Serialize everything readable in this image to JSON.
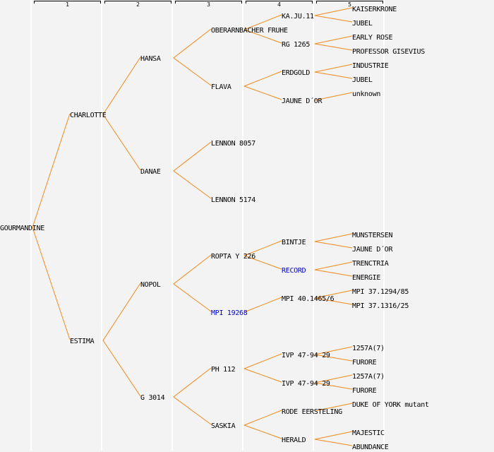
{
  "title": "Pedigree tree: GOURMANDINE",
  "colors": {
    "edge": "#f08a1c",
    "text": "#000000",
    "link": "#0000cc",
    "background": "#f3f3f3"
  },
  "generations": [
    "1",
    "2",
    "3",
    "4",
    "5"
  ],
  "tree": {
    "name": "GOURMANDINE",
    "children": [
      {
        "name": "CHARLOTTE",
        "children": [
          {
            "name": "HANSA",
            "children": [
              {
                "name": "OBERARNBACHER FRUHE",
                "children": [
                  {
                    "name": "KA.JU.11",
                    "children": [
                      {
                        "name": "KAISERKRONE"
                      },
                      {
                        "name": "JUBEL"
                      }
                    ]
                  },
                  {
                    "name": "RG 1265",
                    "children": [
                      {
                        "name": "EARLY ROSE"
                      },
                      {
                        "name": "PROFESSOR GISEVIUS"
                      }
                    ]
                  }
                ]
              },
              {
                "name": "FLAVA",
                "children": [
                  {
                    "name": "ERDGOLD",
                    "children": [
                      {
                        "name": "INDUSTRIE"
                      },
                      {
                        "name": "JUBEL"
                      }
                    ]
                  },
                  {
                    "name": "JAUNE D´OR",
                    "children": [
                      {
                        "name": "unknown"
                      }
                    ]
                  }
                ]
              }
            ]
          },
          {
            "name": "DANAE",
            "children": [
              {
                "name": "LENNON 8057"
              },
              {
                "name": "LENNON 5174"
              }
            ]
          }
        ]
      },
      {
        "name": "ESTIMA",
        "children": [
          {
            "name": "NOPOL",
            "children": [
              {
                "name": "ROPTA Y 226",
                "children": [
                  {
                    "name": "BINTJE",
                    "children": [
                      {
                        "name": "MUNSTERSEN"
                      },
                      {
                        "name": "JAUNE D´OR"
                      }
                    ]
                  },
                  {
                    "name": "RECORD",
                    "link": true,
                    "children": [
                      {
                        "name": "TRENCTRIA"
                      },
                      {
                        "name": "ENERGIE"
                      }
                    ]
                  }
                ]
              },
              {
                "name": "MPI 19268",
                "link": true,
                "children": [
                  {
                    "name": "MPI 40.1465/6",
                    "children": [
                      {
                        "name": "MPI 37.1294/85"
                      },
                      {
                        "name": "MPI 37.1316/25"
                      }
                    ]
                  }
                ]
              }
            ]
          },
          {
            "name": "G 3014",
            "children": [
              {
                "name": "PH 112",
                "children": [
                  {
                    "name": "IVP 47-94 29",
                    "children": [
                      {
                        "name": "1257A(7)"
                      },
                      {
                        "name": "FURORE"
                      }
                    ]
                  },
                  {
                    "name": "IVP 47-94 29",
                    "children": [
                      {
                        "name": "1257A(7)"
                      },
                      {
                        "name": "FURORE"
                      }
                    ]
                  }
                ]
              },
              {
                "name": "SASKIA",
                "children": [
                  {
                    "name": "RODE EERSTELING",
                    "children": [
                      {
                        "name": "DUKE OF YORK mutant"
                      }
                    ]
                  },
                  {
                    "name": "HERALD",
                    "children": [
                      {
                        "name": "MAJESTIC"
                      },
                      {
                        "name": "ABUNDANCE"
                      }
                    ]
                  }
                ]
              }
            ]
          }
        ]
      }
    ]
  }
}
